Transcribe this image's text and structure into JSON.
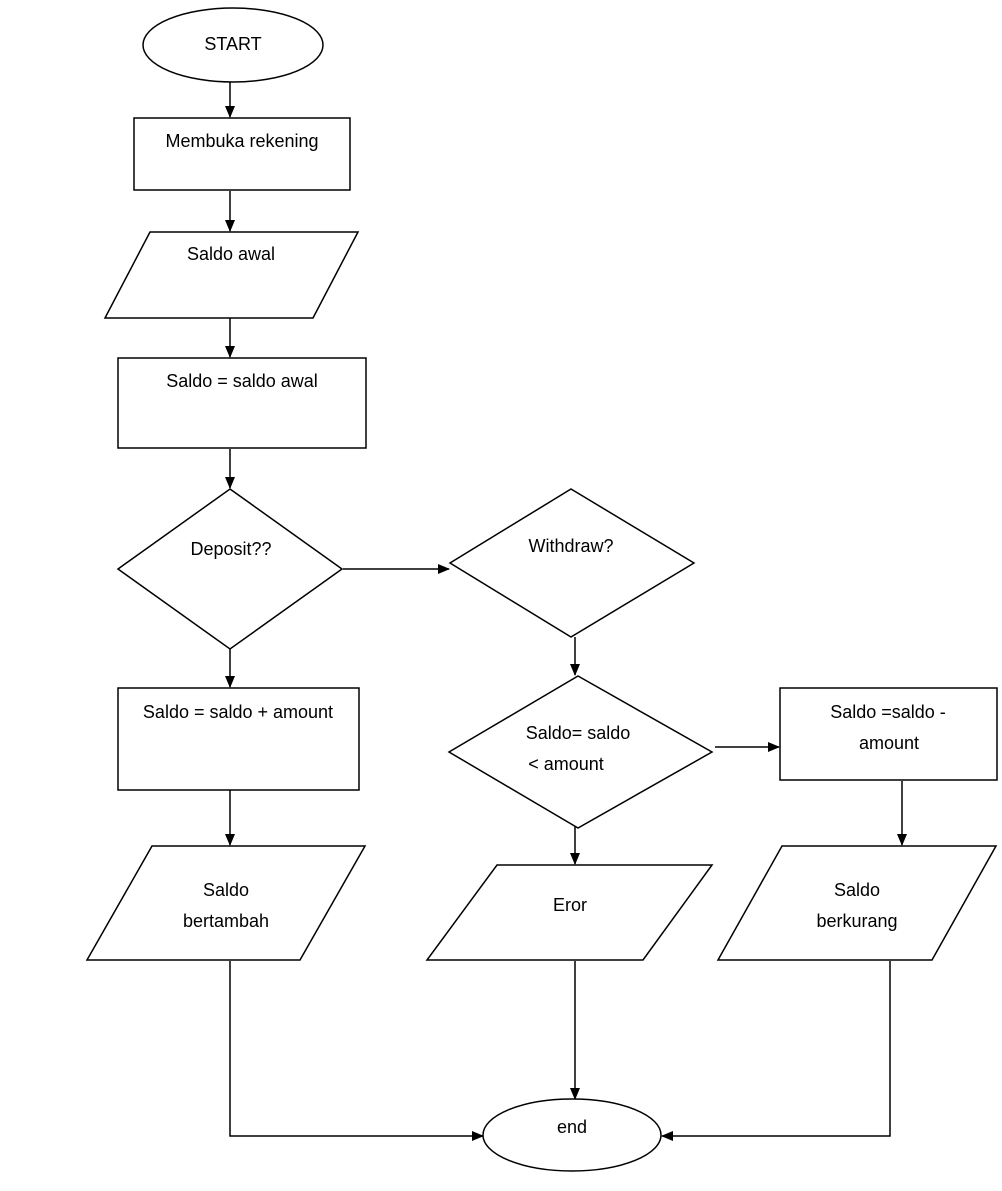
{
  "flowchart": {
    "nodes": {
      "start": {
        "label": "START"
      },
      "open_account": {
        "label": "Membuka rekening"
      },
      "initial_balance_input": {
        "label": "Saldo awal"
      },
      "assign_balance": {
        "label": "Saldo = saldo awal"
      },
      "deposit_decision": {
        "label": "Deposit??"
      },
      "withdraw_decision": {
        "label": "Withdraw?"
      },
      "add_amount": {
        "label": "Saldo = saldo + amount"
      },
      "balance_check_decision": {
        "line1": "Saldo= saldo",
        "line2": "< amount"
      },
      "subtract_amount": {
        "line1": "Saldo =saldo -",
        "line2": "amount"
      },
      "balance_increased_output": {
        "line1": "Saldo",
        "line2": "bertambah"
      },
      "error_output": {
        "label": "Eror"
      },
      "balance_decreased_output": {
        "line1": "Saldo",
        "line2": "berkurang"
      },
      "end": {
        "label": "end"
      }
    },
    "edges": [
      {
        "from": "start",
        "to": "open_account"
      },
      {
        "from": "open_account",
        "to": "initial_balance_input"
      },
      {
        "from": "initial_balance_input",
        "to": "assign_balance"
      },
      {
        "from": "assign_balance",
        "to": "deposit_decision"
      },
      {
        "from": "deposit_decision",
        "to": "withdraw_decision"
      },
      {
        "from": "deposit_decision",
        "to": "add_amount"
      },
      {
        "from": "withdraw_decision",
        "to": "balance_check_decision"
      },
      {
        "from": "balance_check_decision",
        "to": "subtract_amount"
      },
      {
        "from": "balance_check_decision",
        "to": "error_output"
      },
      {
        "from": "add_amount",
        "to": "balance_increased_output"
      },
      {
        "from": "subtract_amount",
        "to": "balance_decreased_output"
      },
      {
        "from": "balance_increased_output",
        "to": "end"
      },
      {
        "from": "error_output",
        "to": "end"
      },
      {
        "from": "balance_decreased_output",
        "to": "end"
      }
    ]
  }
}
